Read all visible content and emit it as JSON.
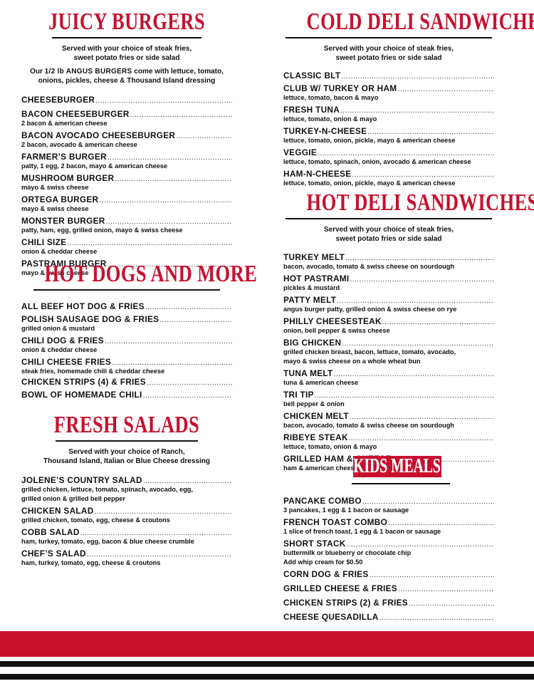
{
  "juicy_burgers": {
    "title": "Juicy Burgers",
    "note_line1": "Served with your choice of steak fries,",
    "note_line2": "sweet potato fries or side salad",
    "angus_line1": "Our 1/2 lb ANGUS BURGERS come with lettuce, tomato,",
    "angus_line2": "onions, pickles, cheese & Thousand Island dressing",
    "items": [
      {
        "name": "CHEESEBURGER",
        "desc": ""
      },
      {
        "name": "BACON CHEESEBURGER",
        "desc": "2 bacon & american cheese"
      },
      {
        "name": "BACON AVOCADO CHEESEBURGER",
        "desc": "2 bacon, avocado & american cheese"
      },
      {
        "name": "FARMER’S BURGER",
        "desc": "patty, 1 egg, 2 bacon, mayo & american cheese"
      },
      {
        "name": "MUSHROOM BURGER",
        "desc": "mayo & swiss cheese"
      },
      {
        "name": "ORTEGA BURGER",
        "desc": "mayo & swiss cheese"
      },
      {
        "name": "MONSTER BURGER",
        "desc": "patty, ham, egg, grilled onion, mayo & swiss cheese"
      },
      {
        "name": "CHILI SIZE",
        "desc": "onion & cheddar cheese"
      },
      {
        "name": "PASTRAMI BURGER",
        "desc": "mayo & swiss cheese"
      }
    ]
  },
  "hot_dogs": {
    "title": "Hot Dogs and More",
    "items": [
      {
        "name": "ALL BEEF HOT DOG & FRIES",
        "desc": ""
      },
      {
        "name": "POLISH SAUSAGE DOG & FRIES",
        "desc": "grilled onion & mustard"
      },
      {
        "name": "CHILI DOG & FRIES",
        "desc": "onion & cheddar cheese"
      },
      {
        "name": "CHILI CHEESE FRIES",
        "desc": "steak fries, homemade chili & cheddar cheese"
      },
      {
        "name": "CHICKEN STRIPS (4) & FRIES",
        "desc": ""
      },
      {
        "name": "BOWL OF HOMEMADE CHILI",
        "desc": ""
      }
    ]
  },
  "fresh_salads": {
    "title": "Fresh Salads",
    "note_line1": "Served with your choice of Ranch,",
    "note_line2": "Thousand Island, Italian or Blue Cheese dressing",
    "items": [
      {
        "name": "JOLENE’S COUNTRY SALAD",
        "desc": "grilled chicken, lettuce, tomato, spinach, avocado, egg,",
        "desc2": "grilled onion & grilled bell pepper"
      },
      {
        "name": "CHICKEN SALAD",
        "desc": "grilled chicken, tomato, egg, cheese & croutons"
      },
      {
        "name": "COBB SALAD",
        "desc": "ham, turkey, tomato, egg, bacon & blue cheese crumble"
      },
      {
        "name": "CHEF’S SALAD",
        "desc": "ham, turkey, tomato, egg, cheese & croutons"
      }
    ]
  },
  "cold_deli": {
    "title": "Cold Deli Sandwiches",
    "note_line1": "Served with your choice of steak fries,",
    "note_line2": "sweet potato fries or side salad",
    "items": [
      {
        "name": "CLASSIC BLT",
        "desc": ""
      },
      {
        "name": "CLUB W/ TURKEY OR HAM",
        "desc": "lettuce, tomato, bacon & mayo"
      },
      {
        "name": "FRESH TUNA",
        "desc": "lettuce, tomato, onion & mayo"
      },
      {
        "name": "TURKEY-N-CHEESE",
        "desc": "lettuce, tomato, onion, pickle, mayo & american cheese"
      },
      {
        "name": "VEGGIE",
        "desc": "lettuce, tomato, spinach, onion, avocado & american cheese"
      },
      {
        "name": "HAM-N-CHEESE",
        "desc": "lettuce, tomato, onion, pickle, mayo & american cheese"
      }
    ]
  },
  "hot_deli": {
    "title": "Hot Deli Sandwiches",
    "note_line1": "Served with your choice of steak fries,",
    "note_line2": "sweet potato fries or side salad",
    "items": [
      {
        "name": "TURKEY MELT",
        "desc": "bacon, avocado, tomato & swiss cheese on sourdough"
      },
      {
        "name": "HOT PASTRAMI",
        "desc": "pickles & mustard"
      },
      {
        "name": "PATTY MELT",
        "desc": "angus burger patty, grilled onion & swiss cheese on rye"
      },
      {
        "name": "PHILLY CHEESESTEAK",
        "desc": "onion, bell pepper & swiss cheese"
      },
      {
        "name": "BIG CHICKEN",
        "desc": "grilled chicken breast, bacon, lettuce, tomato, avocado,",
        "desc2": "mayo & swiss cheese on a whole wheat bun"
      },
      {
        "name": "TUNA MELT",
        "desc": "tuna & american cheese"
      },
      {
        "name": "TRI TIP",
        "desc": "bell pepper & onion"
      },
      {
        "name": "CHICKEN MELT",
        "desc": "bacon, avocado, tomato & swiss cheese on sourdough"
      },
      {
        "name": "RIBEYE STEAK",
        "desc": "lettuce, tomato, onion & mayo"
      },
      {
        "name": "GRILLED HAM & CHEESE",
        "desc": "ham & american cheese"
      }
    ]
  },
  "kids_meals": {
    "title": "Kids Meals",
    "items": [
      {
        "name": "PANCAKE COMBO",
        "desc": "3 pancakes, 1 egg & 1 bacon or sausage"
      },
      {
        "name": "FRENCH TOAST COMBO",
        "desc": "1 slice of french toast, 1 egg & 1 bacon or sausage"
      },
      {
        "name": "SHORT STACK",
        "desc": "buttermilk or blueberry or chocolate chip",
        "desc2": "Add whip cream for $0.50"
      },
      {
        "name": "CORN DOG & FRIES",
        "desc": ""
      },
      {
        "name": "GRILLED CHEESE & FRIES",
        "desc": ""
      },
      {
        "name": "CHICKEN STRIPS (2) & FRIES",
        "desc": ""
      },
      {
        "name": "CHEESE QUESADILLA",
        "desc": ""
      }
    ]
  },
  "colors": {
    "accent": "#c8102e",
    "text": "#111111"
  }
}
